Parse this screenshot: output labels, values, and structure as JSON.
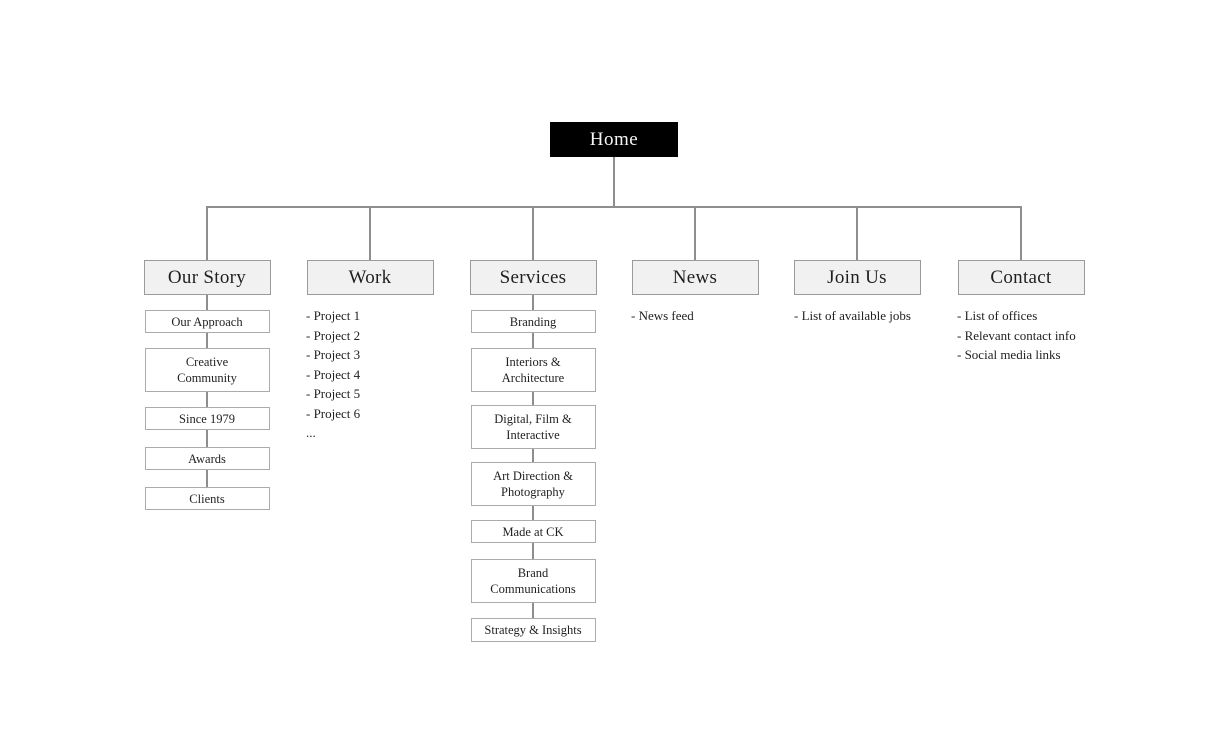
{
  "root": {
    "label": "Home"
  },
  "columns": [
    {
      "label": "Our Story",
      "boxes": [
        {
          "lines": [
            "Our Approach"
          ]
        },
        {
          "lines": [
            "Creative",
            "Community"
          ]
        },
        {
          "lines": [
            "Since 1979"
          ]
        },
        {
          "lines": [
            "Awards"
          ]
        },
        {
          "lines": [
            "Clients"
          ]
        }
      ]
    },
    {
      "label": "Work",
      "list": [
        "- Project 1",
        "- Project 2",
        "- Project 3",
        "- Project 4",
        "- Project 5",
        "- Project 6",
        "..."
      ]
    },
    {
      "label": "Services",
      "boxes": [
        {
          "lines": [
            "Branding"
          ]
        },
        {
          "lines": [
            "Interiors &",
            "Architecture"
          ]
        },
        {
          "lines": [
            "Digital, Film &",
            "Interactive"
          ]
        },
        {
          "lines": [
            "Art Direction &",
            "Photography"
          ]
        },
        {
          "lines": [
            "Made at CK"
          ]
        },
        {
          "lines": [
            "Brand",
            "Communications"
          ]
        },
        {
          "lines": [
            "Strategy & Insights"
          ]
        }
      ]
    },
    {
      "label": "News",
      "list": [
        "- News feed"
      ]
    },
    {
      "label": "Join Us",
      "list": [
        "- List of available jobs"
      ]
    },
    {
      "label": "Contact",
      "list": [
        "- List of offices",
        "- Relevant contact info",
        "- Social media links"
      ]
    }
  ],
  "colors": {
    "home_bg": "#000000",
    "home_text": "#f5f5f5",
    "header_bg": "#f1f1f1",
    "header_border": "#9a9a9a",
    "box_bg": "#ffffff",
    "box_border": "#ababab",
    "connector": "#8e8e8e",
    "text": "#1f1f1f"
  }
}
